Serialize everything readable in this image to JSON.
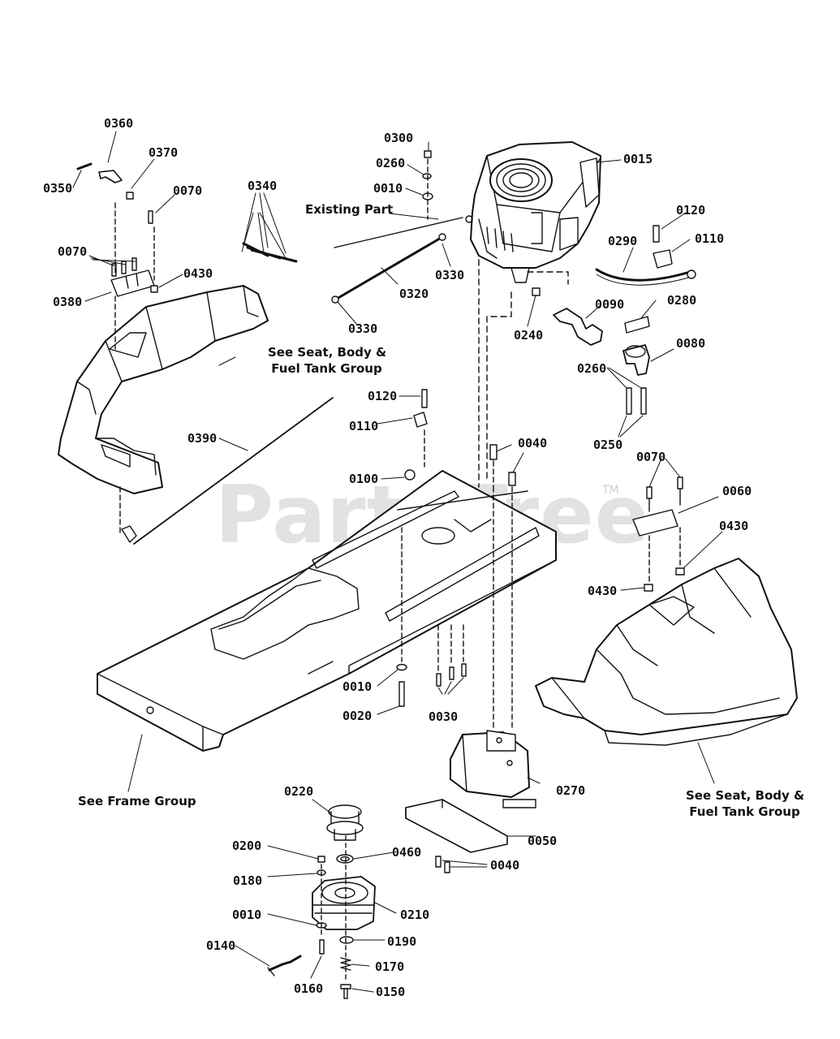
{
  "watermark": {
    "brand": "PartsTree",
    "trademark": "TM"
  },
  "notes": {
    "existing_part": "Existing Part",
    "seat_body_left_1": "See Seat, Body &",
    "seat_body_left_2": "Fuel Tank Group",
    "see_frame": "See Frame Group",
    "seat_body_right_1": "See Seat, Body &",
    "seat_body_right_2": "Fuel Tank Group"
  },
  "callouts": [
    "0360",
    "0370",
    "0350",
    "0070",
    "0340",
    "0070",
    "0430",
    "0380",
    "0300",
    "0260",
    "0010",
    "0015",
    "0120",
    "0290",
    "0110",
    "0330",
    "0320",
    "0330",
    "0240",
    "0090",
    "0280",
    "0080",
    "0260",
    "0250",
    "0120",
    "0110",
    "0390",
    "0040",
    "0100",
    "0070",
    "0060",
    "0430",
    "0430",
    "0010",
    "0020",
    "0030",
    "0270",
    "0220",
    "0050",
    "0200",
    "0460",
    "0040",
    "0180",
    "0210",
    "0010",
    "0190",
    "0140",
    "0170",
    "0160",
    "0150"
  ]
}
